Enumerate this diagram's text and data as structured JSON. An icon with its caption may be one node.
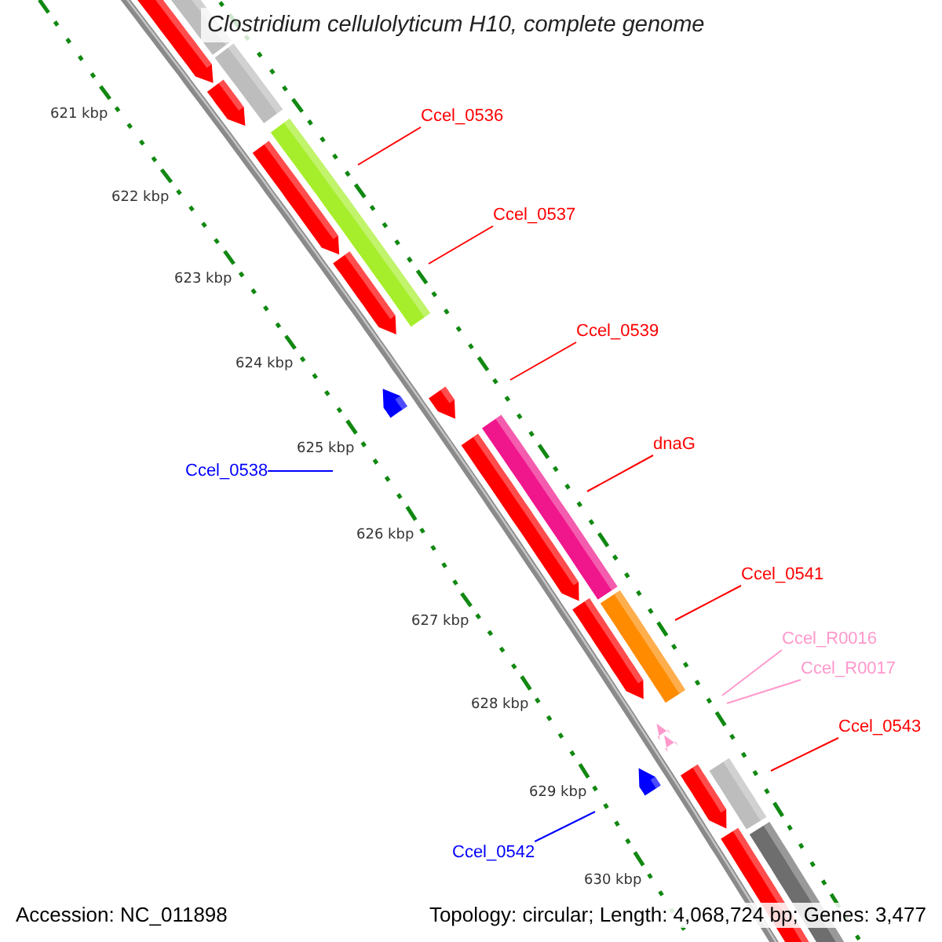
{
  "diagram": {
    "title": "Clostridium cellulolyticum H10, complete genome",
    "nodes": [
      {
        "text": [
          "Ccel_0536"
        ]
      },
      {
        "text": [
          "Ccel_0537"
        ]
      },
      {
        "text": [
          "Ccel_0539"
        ]
      },
      {
        "text": [
          "dnaG"
        ]
      },
      {
        "text": [
          "Ccel_0538"
        ]
      },
      {
        "text": [
          "Ccel_0541"
        ]
      },
      {
        "text": [
          "Ccel_R0016"
        ]
      },
      {
        "text": [
          "Ccel_R0017"
        ]
      },
      {
        "text": [
          "Ccel_0543"
        ]
      },
      {
        "text": [
          "Ccel_0542"
        ]
      }
    ],
    "edges": [
      {
        "from": 0,
        "to": null,
        "arrow": "none"
      },
      {
        "from": 1,
        "to": null,
        "arrow": "none"
      },
      {
        "from": 2,
        "to": null,
        "arrow": "none"
      },
      {
        "from": 3,
        "to": null,
        "arrow": "none"
      },
      {
        "from": 4,
        "to": null,
        "arrow": "none",
        "color": "#0000ff"
      },
      {
        "from": 5,
        "to": null,
        "arrow": "none"
      },
      {
        "from": 6,
        "to": null,
        "arrow": "none",
        "color": "#ff99cc"
      },
      {
        "from": 7,
        "to": null,
        "arrow": "none",
        "color": "#ff99cc"
      },
      {
        "from": 8,
        "to": null,
        "arrow": "none"
      },
      {
        "from": 9,
        "to": null,
        "arrow": "none",
        "color": "#0000ff"
      }
    ],
    "labels": [
      "621 kbp",
      "622 kbp",
      "623 kbp",
      "624 kbp",
      "625 kbp",
      "626 kbp",
      "627 kbp",
      "628 kbp",
      "629 kbp",
      "630 kbp",
      "Accession: NC_011898",
      "Topology: circular; Length: 4,068,724 bp; Genes: 3,477"
    ]
  }
}
